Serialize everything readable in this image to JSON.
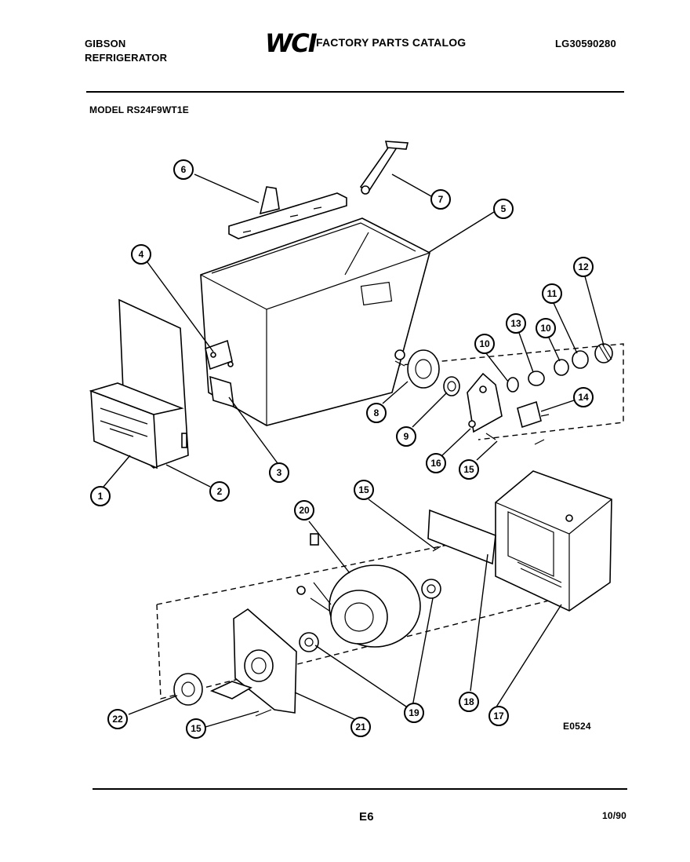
{
  "header": {
    "brand_line1": "GIBSON",
    "brand_line2": "REFRIGERATOR",
    "logo": "WCI",
    "catalog_title": "FACTORY PARTS CATALOG",
    "document_number": "LG30590280",
    "model": "MODEL RS24F9WT1E"
  },
  "diagram": {
    "drawing_code": "E0524",
    "callouts": [
      {
        "id": "c1",
        "label": "1"
      },
      {
        "id": "c2",
        "label": "2"
      },
      {
        "id": "c3",
        "label": "3"
      },
      {
        "id": "c4",
        "label": "4"
      },
      {
        "id": "c5",
        "label": "5"
      },
      {
        "id": "c6",
        "label": "6"
      },
      {
        "id": "c7",
        "label": "7"
      },
      {
        "id": "c8",
        "label": "8"
      },
      {
        "id": "c9",
        "label": "9"
      },
      {
        "id": "c10a",
        "label": "10"
      },
      {
        "id": "c10b",
        "label": "10"
      },
      {
        "id": "c11",
        "label": "11"
      },
      {
        "id": "c12",
        "label": "12"
      },
      {
        "id": "c13",
        "label": "13"
      },
      {
        "id": "c14",
        "label": "14"
      },
      {
        "id": "c15a",
        "label": "15"
      },
      {
        "id": "c15b",
        "label": "15"
      },
      {
        "id": "c15c",
        "label": "15"
      },
      {
        "id": "c16",
        "label": "16"
      },
      {
        "id": "c17",
        "label": "17"
      },
      {
        "id": "c18",
        "label": "18"
      },
      {
        "id": "c19",
        "label": "19"
      },
      {
        "id": "c20",
        "label": "20"
      },
      {
        "id": "c21",
        "label": "21"
      },
      {
        "id": "c22",
        "label": "22"
      }
    ]
  },
  "footer": {
    "page_code": "E6",
    "date": "10/90"
  }
}
